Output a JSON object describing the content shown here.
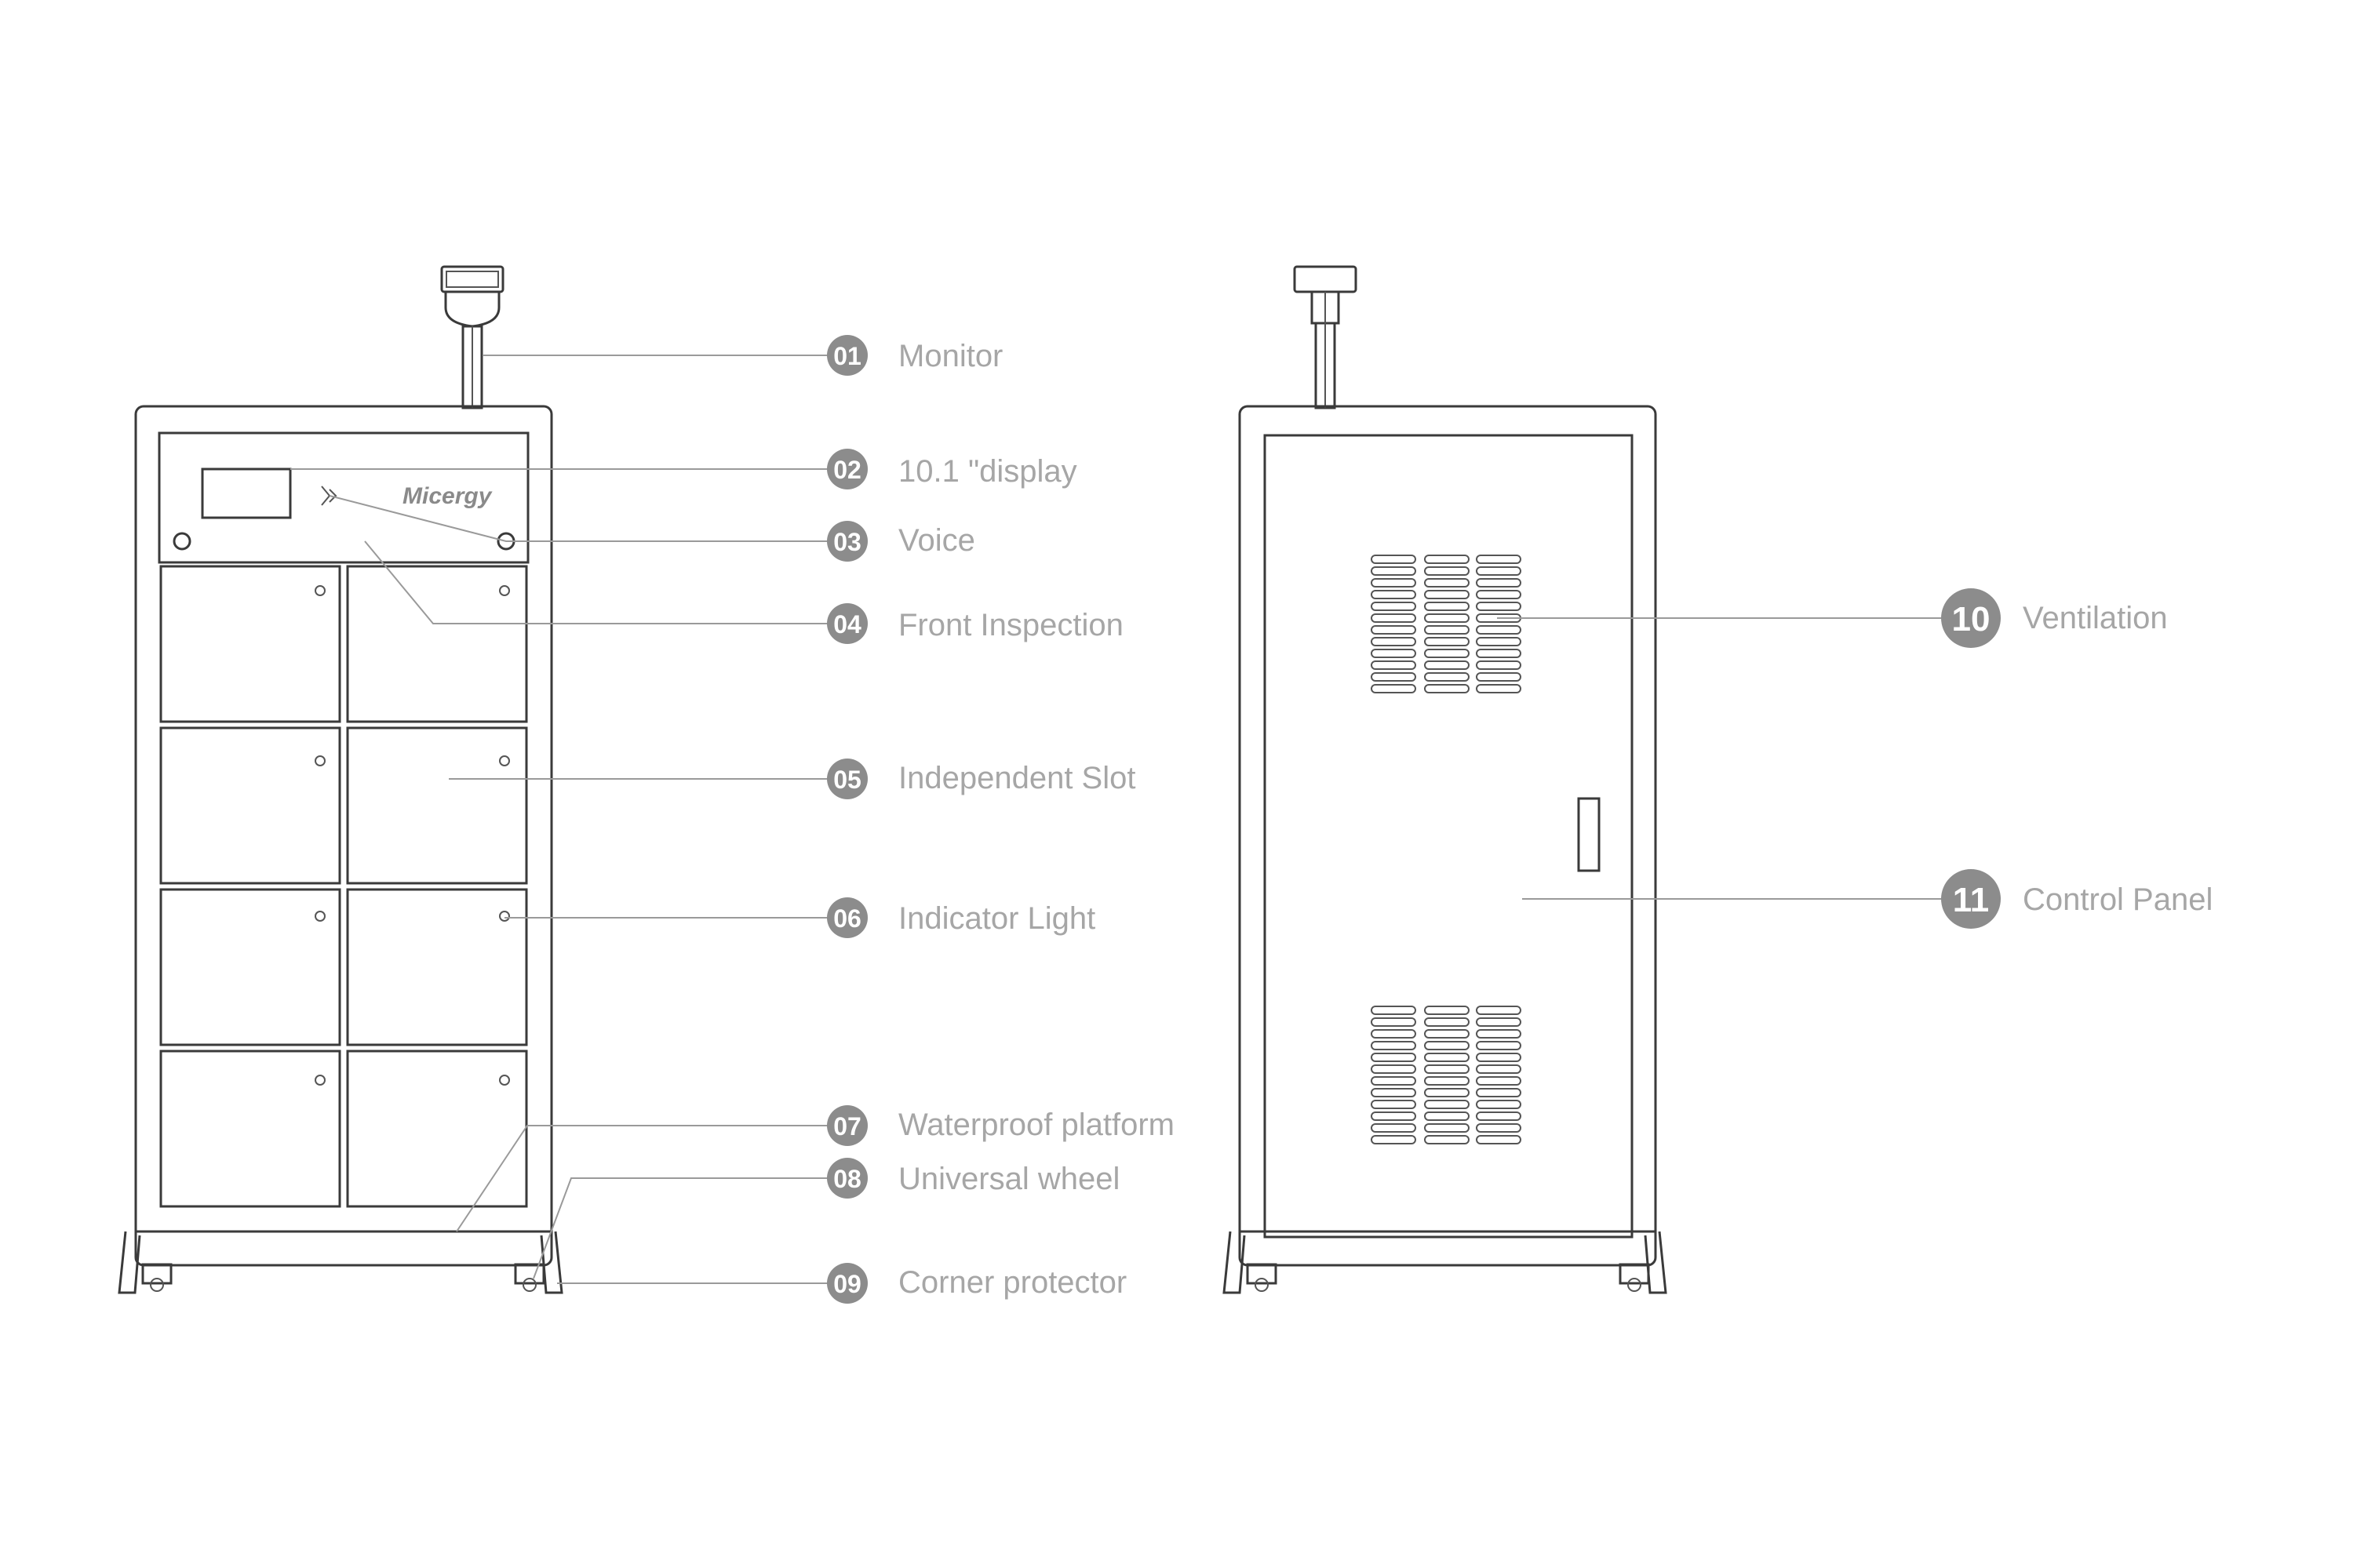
{
  "brand": "Micergy",
  "colors": {
    "badge": "#8c8c8c",
    "label": "#a6a6a6",
    "line_art": "#3a3a3a",
    "leader": "#9a9a9a"
  },
  "callouts": [
    {
      "number": "01",
      "label": "Monitor"
    },
    {
      "number": "02",
      "label": "10.1 \"display"
    },
    {
      "number": "03",
      "label": "Voice"
    },
    {
      "number": "04",
      "label": "Front Inspection"
    },
    {
      "number": "05",
      "label": "Independent Slot"
    },
    {
      "number": "06",
      "label": "Indicator Light"
    },
    {
      "number": "07",
      "label": "Waterproof platform"
    },
    {
      "number": "08",
      "label": "Universal wheel"
    },
    {
      "number": "09",
      "label": "Corner protector"
    },
    {
      "number": "10",
      "label": "Ventilation"
    },
    {
      "number": "11",
      "label": "Control Panel"
    }
  ]
}
